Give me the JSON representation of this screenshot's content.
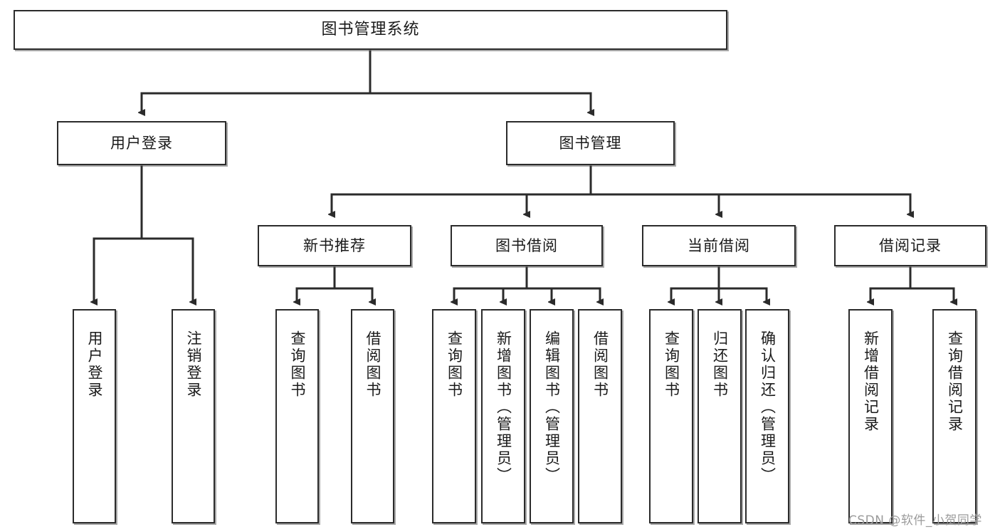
{
  "diagram": {
    "type": "tree",
    "title": "图书管理系统",
    "root": {
      "label": "图书管理系统"
    },
    "level2": [
      {
        "label": "用户登录"
      },
      {
        "label": "图书管理"
      }
    ],
    "level3": [
      {
        "label": "新书推荐"
      },
      {
        "label": "图书借阅"
      },
      {
        "label": "当前借阅"
      },
      {
        "label": "借阅记录"
      }
    ],
    "leaves": {
      "user_login": [
        {
          "label": "用户登录"
        },
        {
          "label": "注销登录"
        }
      ],
      "new_book_recommend": [
        {
          "label": "查询图书"
        },
        {
          "label": "借阅图书"
        }
      ],
      "book_borrow": [
        {
          "label": "查询图书"
        },
        {
          "label": "新增图书（管理员）"
        },
        {
          "label": "编辑图书（管理员）"
        },
        {
          "label": "借阅图书"
        }
      ],
      "current_borrow": [
        {
          "label": "查询图书"
        },
        {
          "label": "归还图书"
        },
        {
          "label": "确认归还（管理员）"
        }
      ],
      "borrow_record": [
        {
          "label": "新增借阅记录"
        },
        {
          "label": "查询借阅记录"
        }
      ]
    },
    "colors": {
      "stroke": "#2b2b2b",
      "fill": "#ffffff",
      "text": "#1a1a1a",
      "watermark": "#9b9b9b"
    }
  },
  "watermark": {
    "text": "CSDN @软件_小贺同学"
  }
}
